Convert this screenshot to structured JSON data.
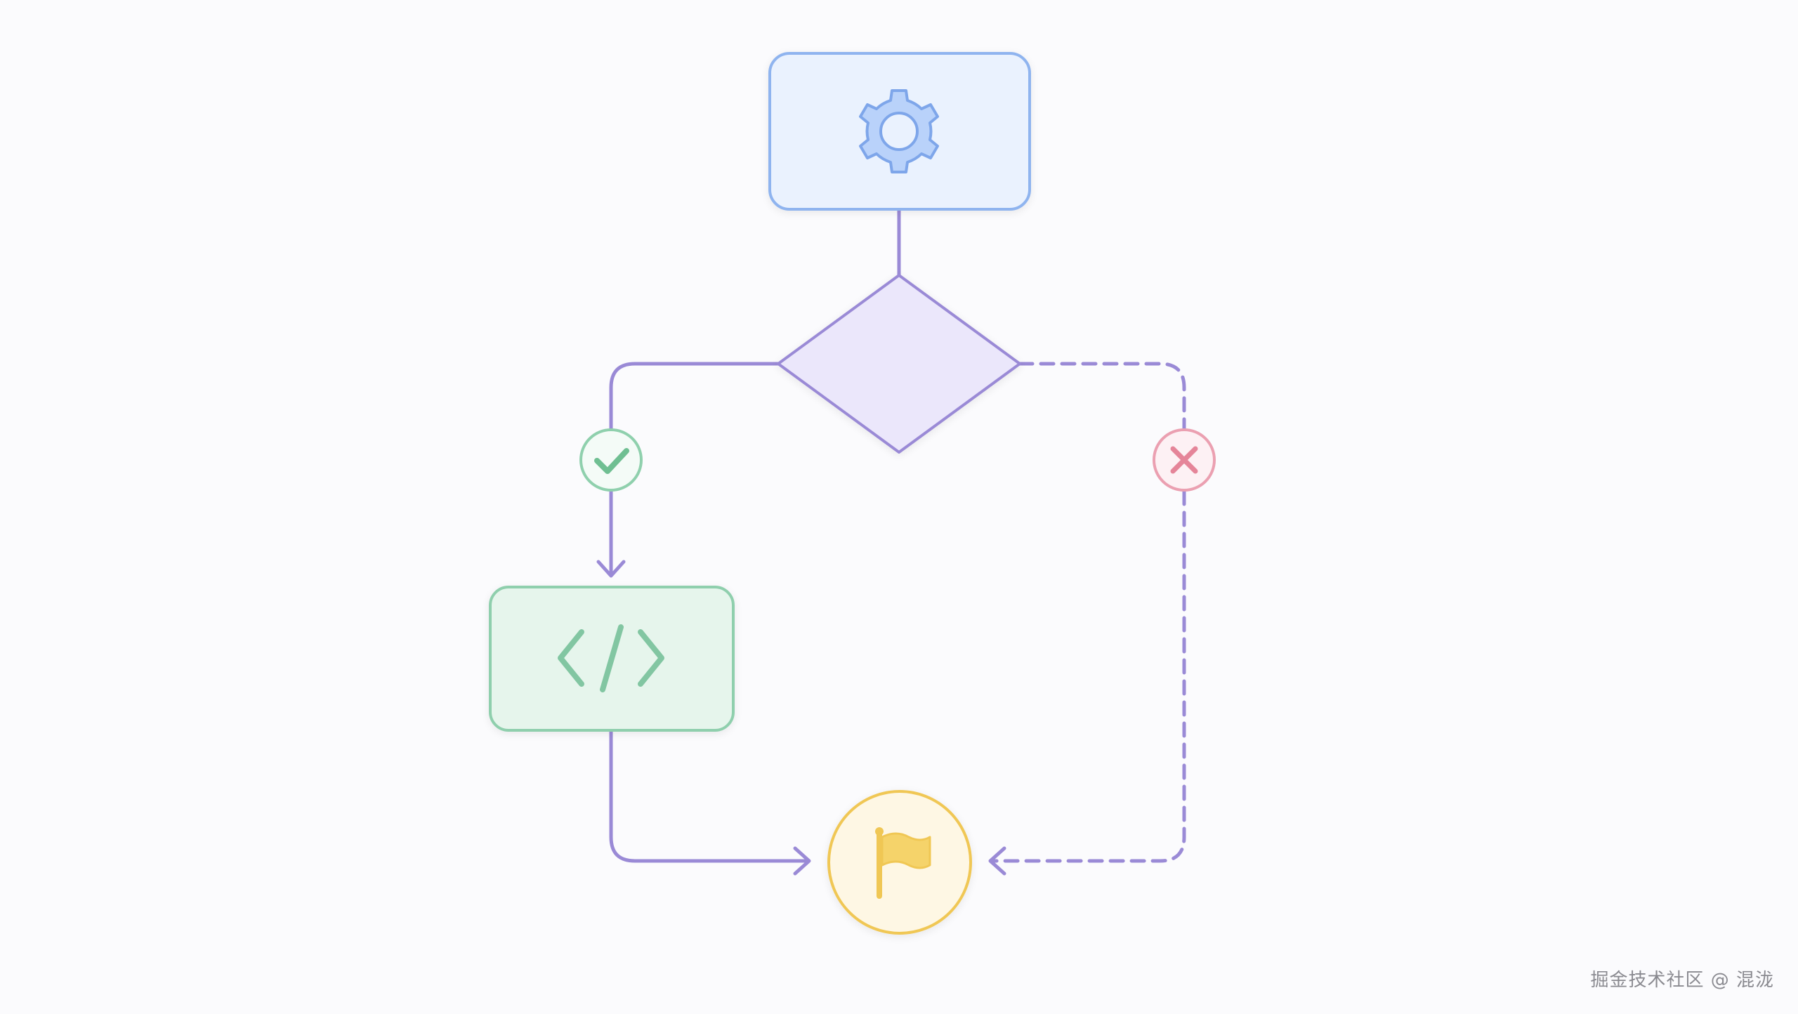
{
  "diagram": {
    "type": "flowchart",
    "nodes": [
      {
        "id": "process",
        "shape": "rounded-rectangle",
        "icon": "gear-icon",
        "color": "#6f9ee8",
        "fill": "#eaf2fe"
      },
      {
        "id": "decision",
        "shape": "diamond",
        "color": "#9a8ad6",
        "fill": "#ebe7fb"
      },
      {
        "id": "code",
        "shape": "rounded-rectangle",
        "icon": "code-icon",
        "color": "#7cc39f",
        "fill": "#e6f5ec"
      },
      {
        "id": "end",
        "shape": "circle",
        "icon": "flag-icon",
        "color": "#f0c754",
        "fill": "#fef7e4"
      }
    ],
    "edges": [
      {
        "from": "process",
        "to": "decision",
        "style": "solid"
      },
      {
        "from": "decision",
        "to": "code",
        "style": "solid",
        "marker": "check-icon",
        "marker_color": "#6fbf92"
      },
      {
        "from": "code",
        "to": "end",
        "style": "solid"
      },
      {
        "from": "decision",
        "to": "end",
        "style": "dashed",
        "marker": "cross-icon",
        "marker_color": "#e58599"
      }
    ],
    "connector_color": "#9a8ad6"
  },
  "watermark": {
    "text": "掘金技术社区 @ 混泷"
  }
}
